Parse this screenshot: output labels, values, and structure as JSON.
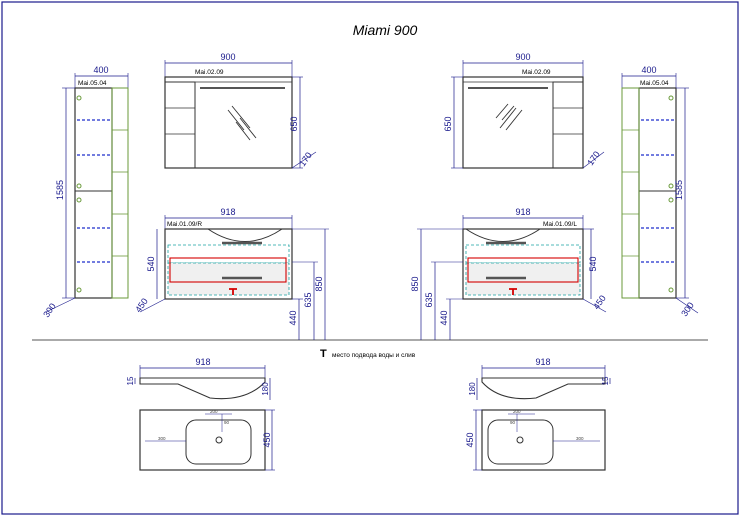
{
  "title": "Miami 900",
  "legend": {
    "marker": "T",
    "text": "место подвода воды и слив"
  },
  "left": {
    "column": {
      "width": "400",
      "height": "1585",
      "depth": "300",
      "code": "Mai.05.04"
    },
    "mirror": {
      "width": "900",
      "height": "650",
      "depth": "170",
      "code": "Mai.02.09"
    },
    "vanity": {
      "width": "918",
      "height": "540",
      "depth": "450",
      "code": "Mai.01.09/R",
      "h1": "440",
      "h2": "635",
      "h3": "850"
    },
    "basin_side": {
      "width": "918",
      "d1": "15",
      "d2": "180"
    },
    "basin_top": {
      "depth": "450",
      "a": "200",
      "b": "90",
      "c": "300"
    }
  },
  "right": {
    "column": {
      "width": "400",
      "height": "1585",
      "depth": "300",
      "code": "Mai.05.04"
    },
    "mirror": {
      "width": "900",
      "height": "650",
      "depth": "170",
      "code": "Mai.02.09"
    },
    "vanity": {
      "width": "918",
      "height": "540",
      "depth": "450",
      "code": "Mai.01.09/L",
      "h1": "440",
      "h2": "635",
      "h3": "850"
    },
    "basin_side": {
      "width": "918",
      "d1": "15",
      "d2": "180"
    },
    "basin_top": {
      "depth": "450",
      "a": "200",
      "b": "90",
      "c": "300"
    }
  },
  "colors": {
    "dimension": "#1a1a8c",
    "outline": "#333333",
    "accent_red": "#d40000",
    "shelf_blue": "#1d2ecc",
    "column_green": "#6a9a3a",
    "frame": "#1a1a8c"
  }
}
